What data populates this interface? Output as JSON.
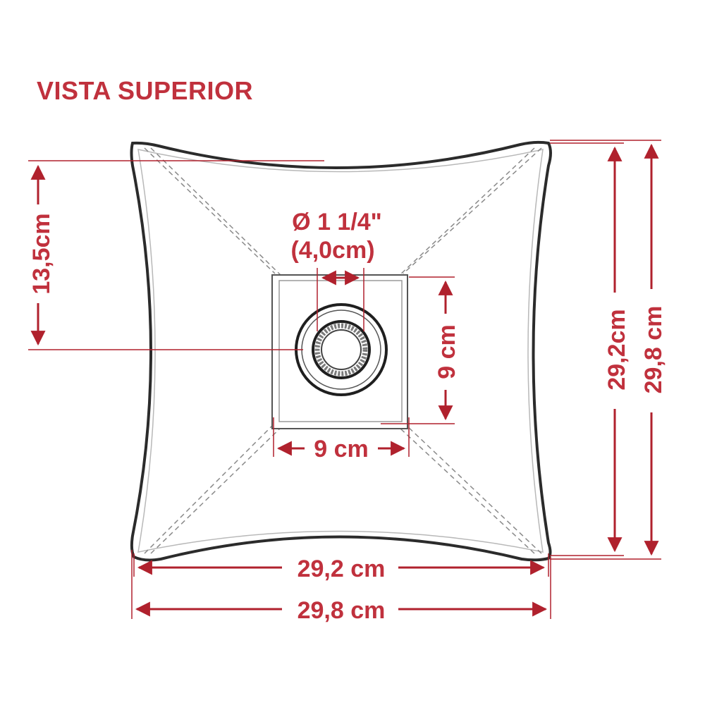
{
  "title": "VISTA SUPERIOR",
  "dimensions": {
    "pipe_diameter": "Ø 1 1/4\"",
    "pipe_diameter_cm": "(4,0cm)",
    "center_offset": "13,5cm",
    "inner_square_height": "9 cm",
    "inner_square_width": "9 cm",
    "inner_height": "29,2cm",
    "outer_height": "29,8 cm",
    "inner_width": "29,2 cm",
    "outer_width": "29,8 cm"
  },
  "colors": {
    "dimension": "#c0313d",
    "outline": "#2b2b2b",
    "guide": "#8a8a8a"
  }
}
